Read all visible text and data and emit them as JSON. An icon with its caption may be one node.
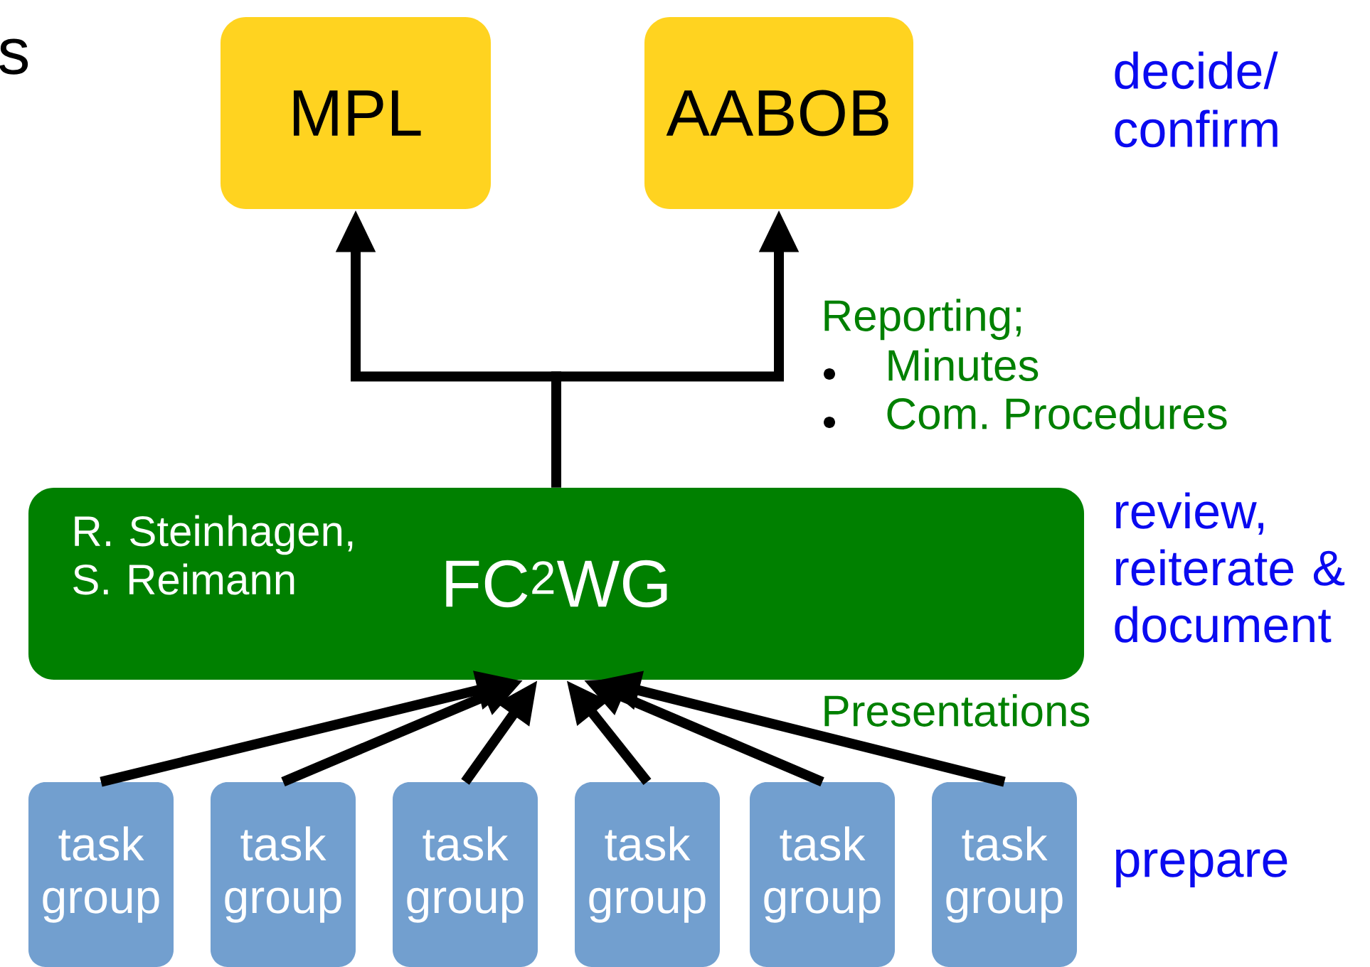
{
  "diagram": {
    "nodes": [
      {
        "text": [
          "MPL"
        ]
      },
      {
        "text": [
          "AABOB"
        ]
      },
      {
        "text": [
          "R. Steinhagen, S. Reimann",
          "FC$^{2}$WG"
        ]
      },
      {
        "text": [
          "task group"
        ]
      },
      {
        "text": [
          "task group"
        ]
      },
      {
        "text": [
          "task group"
        ]
      },
      {
        "text": [
          "task group"
        ]
      },
      {
        "text": [
          "task group"
        ]
      },
      {
        "text": [
          "task group"
        ]
      }
    ],
    "edges": [
      {
        "from": 2,
        "to": 0,
        "arrow": "to"
      },
      {
        "from": 2,
        "to": 1,
        "arrow": "to"
      },
      {
        "from": 3,
        "to": 2,
        "arrow": "to"
      },
      {
        "from": 4,
        "to": 2,
        "arrow": "to"
      },
      {
        "from": 5,
        "to": 2,
        "arrow": "to"
      },
      {
        "from": 6,
        "to": 2,
        "arrow": "to"
      },
      {
        "from": 7,
        "to": 2,
        "arrow": "to"
      },
      {
        "from": 8,
        "to": 2,
        "arrow": "to"
      }
    ],
    "labels": [
      "s",
      "decide/ confirm",
      "Reporting;",
      "Minutes",
      "Com. Procedures",
      "review, reiterate & document",
      "Presentations",
      "prepare"
    ]
  }
}
